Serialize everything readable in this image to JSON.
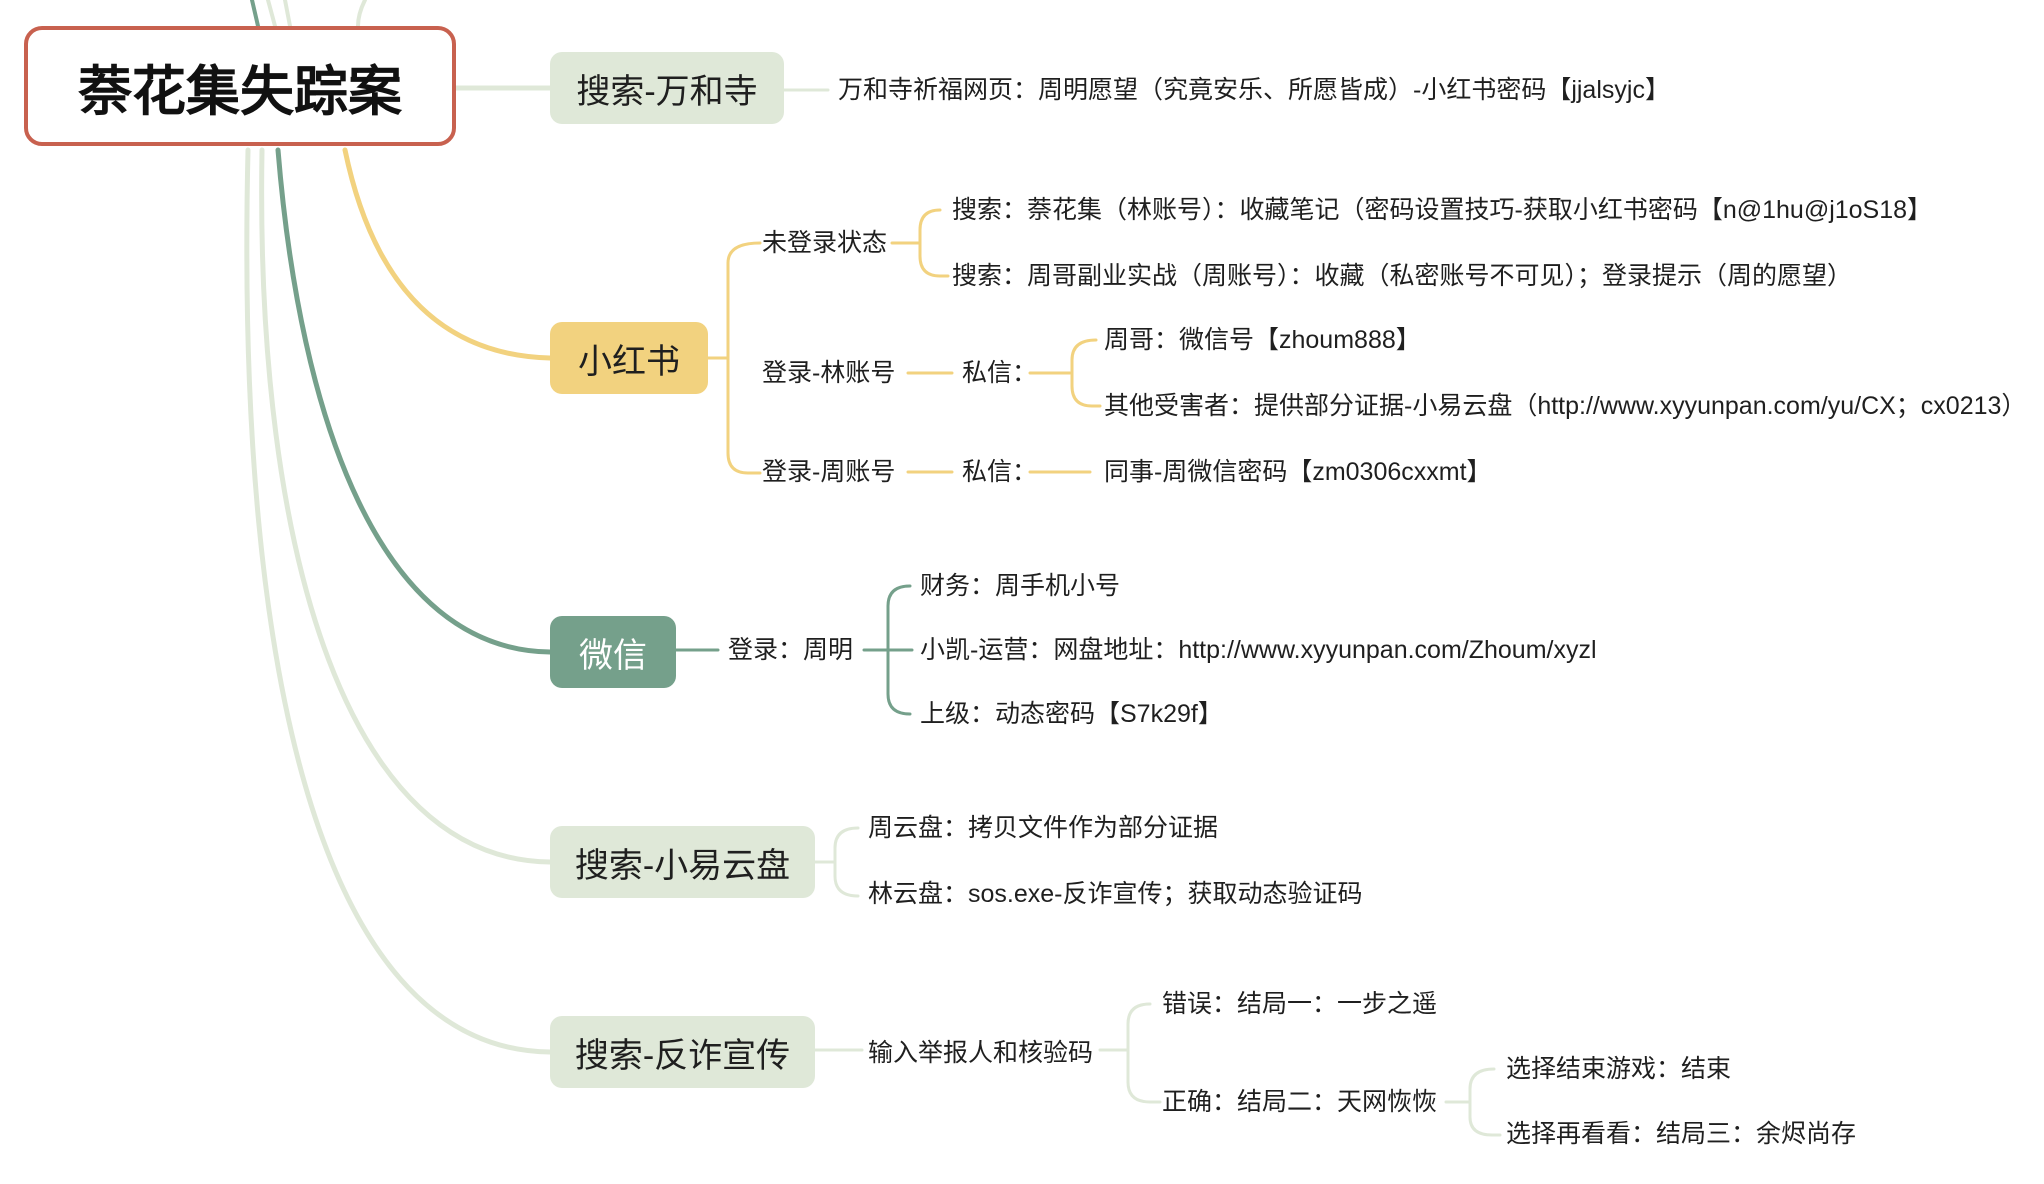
{
  "root": {
    "title": "萘花集失踪案"
  },
  "colors": {
    "root_border": "#c8614f",
    "yellow": "#f2d27f",
    "green": "#75a08b",
    "pale": "#dfe8d8"
  },
  "branches": {
    "wanhe": {
      "label": "搜索-万和寺",
      "n1": "万和寺祈福网页：周明愿望（究竟安乐、所愿皆成）-小红书密码【jjalsyjc】"
    },
    "xhs": {
      "label": "小红书",
      "unlogged": "未登录状态",
      "unlogged_1": "搜索：萘花集（林账号）：收藏笔记（密码设置技巧-获取小红书密码【n@1hu@j1oS18】",
      "unlogged_2": "搜索：周哥副业实战（周账号）：收藏（私密账号不可见）；登录提示（周的愿望）",
      "lin": "登录-林账号",
      "lin_dm": "私信：",
      "lin_dm_1": "周哥：微信号【zhoum888】",
      "lin_dm_2": "其他受害者：提供部分证据-小易云盘（http://www.xyyunpan.com/yu/CX；cx0213）",
      "zhou": "登录-周账号",
      "zhou_dm": "私信：",
      "zhou_dm_1": "同事-周微信密码【zm0306cxxmt】"
    },
    "wechat": {
      "label": "微信",
      "login": "登录：周明",
      "c1": "财务：周手机小号",
      "c2": "小凯-运营：网盘地址：http://www.xyyunpan.com/Zhoum/xyzl",
      "c3": "上级：动态密码【S7k29f】"
    },
    "cloud": {
      "label": "搜索-小易云盘",
      "c1": "周云盘：拷贝文件作为部分证据",
      "c2": "林云盘：sos.exe-反诈宣传；获取动态验证码"
    },
    "fanzha": {
      "label": "搜索-反诈宣传",
      "input": "输入举报人和核验码",
      "wrong": "错误：结局一：一步之遥",
      "right": "正确：结局二：天网恢恢",
      "r1": "选择结束游戏：结束",
      "r2": "选择再看看：结局三：余烬尚存"
    }
  }
}
